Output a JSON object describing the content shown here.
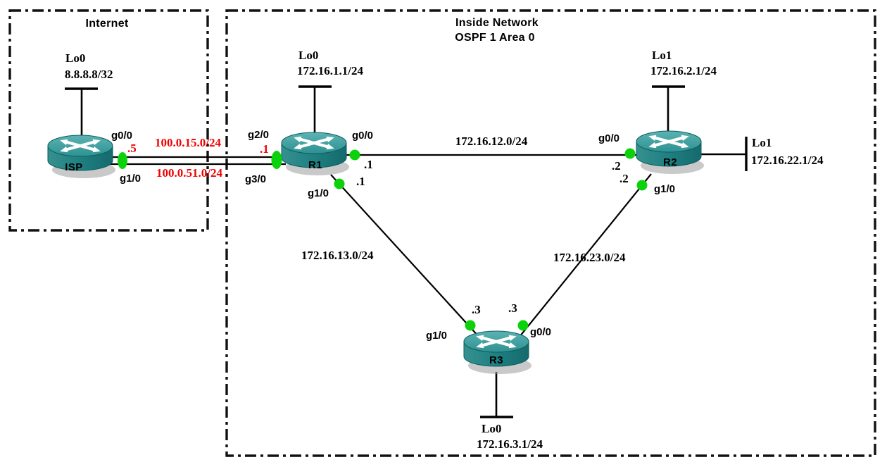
{
  "colors": {
    "subnet_highlight_red": "#f20000",
    "status_up_green": "#0cd20c",
    "router_teal_top": "#4aa7a7",
    "router_teal_body": "#1f7f81",
    "line_black": "#000000"
  },
  "internet_zone": {
    "title": "Internet"
  },
  "inside_zone": {
    "title_line1": "Inside Network",
    "title_line2": "OSPF 1 Area 0"
  },
  "devices": {
    "isp": {
      "name": "ISP",
      "loopback_label": "Lo0",
      "loopback_ip": "8.8.8.8/32"
    },
    "r1": {
      "name": "R1",
      "loopback_label": "Lo0",
      "loopback_ip": "172.16.1.1/24"
    },
    "r2": {
      "name": "R2",
      "loopback_label": "Lo1",
      "loopback_ip": "172.16.2.1/24",
      "loopback2_label": "Lo1",
      "loopback2_ip": "172.16.22.1/24"
    },
    "r3": {
      "name": "R3",
      "loopback_label": "Lo0",
      "loopback_ip": "172.16.3.1/24"
    }
  },
  "links": {
    "isp_r1_top": {
      "subnet": "100.0.15.0/24",
      "isp_if": "g0/0",
      "isp_addr": ".5",
      "r1_if": "g2/0",
      "r1_addr": ".1"
    },
    "isp_r1_bottom": {
      "subnet": "100.0.51.0/24",
      "isp_if": "g1/0",
      "r1_if": "g3/0"
    },
    "r1_r2": {
      "subnet": "172.16.12.0/24",
      "r1_if": "g0/0",
      "r1_addr": ".1",
      "r2_if": "g0/0",
      "r2_addr": ".2"
    },
    "r1_r3": {
      "subnet": "172.16.13.0/24",
      "r1_if": "g1/0",
      "r1_addr": ".1",
      "r3_if": "g1/0",
      "r3_addr": ".3"
    },
    "r2_r3": {
      "subnet": "172.16.23.0/24",
      "r2_if": "g1/0",
      "r2_addr": ".2",
      "r3_if": "g0/0",
      "r3_addr": ".3"
    }
  }
}
